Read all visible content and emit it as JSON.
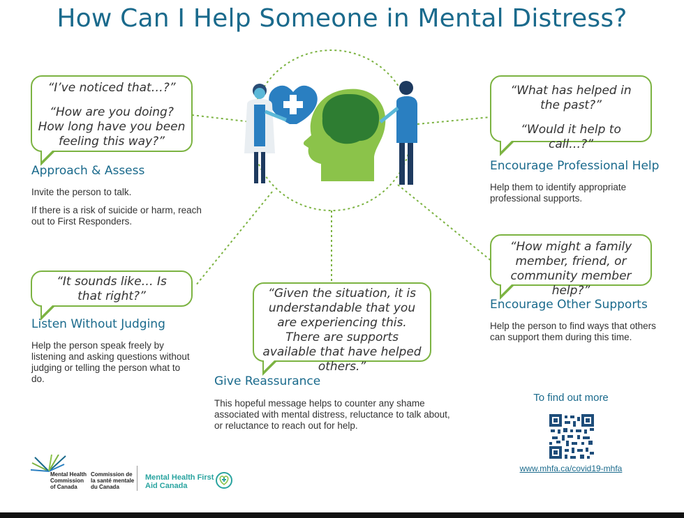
{
  "title": "How Can I Help Someone in Mental Distress?",
  "sections": {
    "approach": {
      "bubble": [
        "“I’ve noticed that…?”",
        "“How are you doing? How long have you been feeling this way?”"
      ],
      "heading": "Approach & Assess",
      "body": [
        "Invite the person to talk.",
        "If there is a risk of suicide or harm, reach out to First Responders."
      ]
    },
    "listen": {
      "bubble": [
        "“It sounds like… Is that right?”"
      ],
      "heading": "Listen Without Judging",
      "body": [
        "Help the person speak freely by listening and asking questions without judging or telling the person what to do."
      ]
    },
    "reassure": {
      "bubble": [
        "“Given the situation, it is understandable that you are experiencing this. There are supports available that have helped others.”"
      ],
      "heading": "Give Reassurance",
      "body": [
        "This hopeful message helps to counter any shame associated with mental distress, reluctance to talk about, or reluctance to reach out for help."
      ]
    },
    "professional": {
      "bubble": [
        "“What has helped in the past?”",
        "“Would it help to call…?”"
      ],
      "heading": "Encourage Professional Help",
      "body": [
        "Help them to identify appropriate professional supports."
      ]
    },
    "other": {
      "bubble": [
        "“How might a family member, friend, or community member help?”"
      ],
      "heading": "Encourage Other Supports",
      "body": [
        "Help the person to find ways that others can support them during this time."
      ]
    }
  },
  "find_out_more": "To find out more",
  "url": "www.mhfa.ca/covid19-mhfa",
  "logos": {
    "mhcc_en": "Mental Health Commission of Canada",
    "mhcc_fr": "Commission de la santé mentale du Canada",
    "mhfa": "Mental Health First Aid Canada"
  },
  "colors": {
    "title_blue": "#1a6a8c",
    "bubble_green": "#7cb342",
    "head_green": "#8bc34a",
    "brain_green": "#2e7d32",
    "heart_blue": "#2a7fc1"
  },
  "icons": [
    "heart-plus-icon",
    "head-brain-icon",
    "helper-person-icon",
    "doctor-person-icon",
    "qr-code-icon"
  ]
}
